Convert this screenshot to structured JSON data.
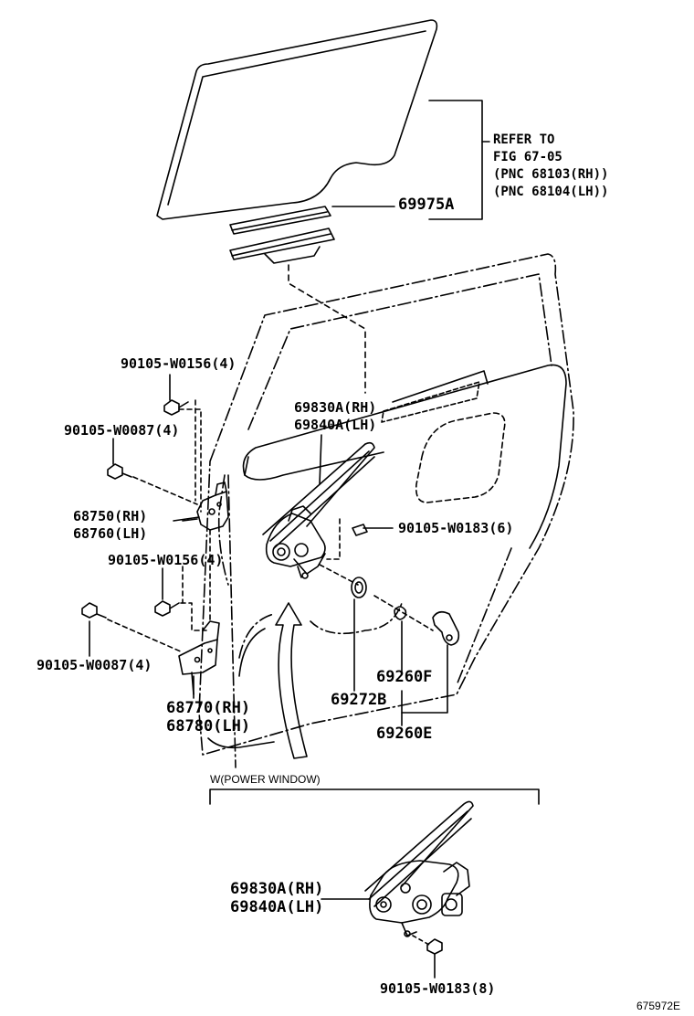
{
  "refer_note": {
    "line1": "REFER TO",
    "line2": "FIG 67-05",
    "line3": "(PNC 68103(RH))",
    "line4": "(PNC 68104(LH))"
  },
  "labels": {
    "p69975a": "69975A",
    "p90105_w0156_top": "90105-W0156(4)",
    "p69830a_rh": "69830A(RH)",
    "p69840a_lh": "69840A(LH)",
    "p90105_w0087_top": "90105-W0087(4)",
    "p68750_rh": "68750(RH)",
    "p68760_lh": "68760(LH)",
    "p90105_w0183_6": "90105-W0183(6)",
    "p90105_w0156_mid": "90105-W0156(4)",
    "p90105_w0087_bot": "90105-W0087(4)",
    "p69260f": "69260F",
    "p69272b": "69272B",
    "p68770_rh": "68770(RH)",
    "p68780_lh": "68780(LH)",
    "p69260e": "69260E",
    "power_window_caption": "W(POWER WINDOW)",
    "p69830a_rh_pw": "69830A(RH)",
    "p69840a_lh_pw": "69840A(LH)",
    "p90105_w0183_8": "90105-W0183(8)",
    "figure_number": "675972E"
  }
}
